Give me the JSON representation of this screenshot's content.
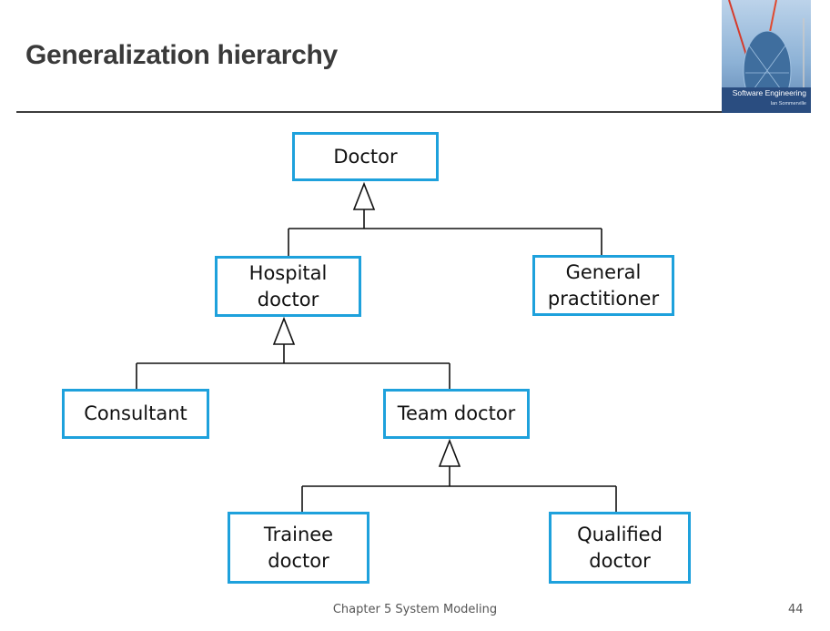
{
  "slide": {
    "title": "Generalization hierarchy",
    "footer": "Chapter 5 System Modeling",
    "page_number": "44"
  },
  "book_cover": {
    "title": "Software Engineering",
    "author": "Ian Sommerville"
  },
  "diagram": {
    "type": "UML generalization hierarchy",
    "classes": {
      "doctor": "Doctor",
      "hospital_doctor": "Hospital\ndoctor",
      "general_practitioner": "General\npractitioner",
      "consultant": "Consultant",
      "team_doctor": "Team doctor",
      "trainee_doctor": "Trainee\ndoctor",
      "qualified_doctor": "Qualified\ndoctor"
    },
    "generalizations": [
      {
        "parent": "doctor",
        "children": [
          "hospital_doctor",
          "general_practitioner"
        ]
      },
      {
        "parent": "hospital_doctor",
        "children": [
          "consultant",
          "team_doctor"
        ]
      },
      {
        "parent": "team_doctor",
        "children": [
          "trainee_doctor",
          "qualified_doctor"
        ]
      }
    ],
    "colors": {
      "box_border": "#1ea1dc",
      "connector": "#111111",
      "title": "#3a3a3a"
    }
  }
}
